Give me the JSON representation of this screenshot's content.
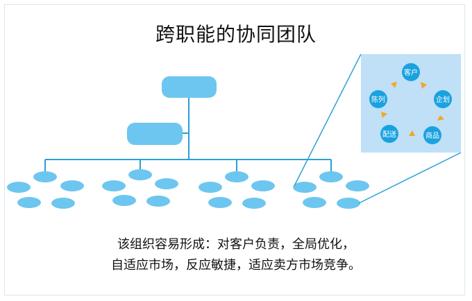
{
  "title": "跨职能的协同团队",
  "cycle": {
    "nodes": [
      "客户",
      "企划",
      "商品",
      "配送",
      "陈列"
    ]
  },
  "caption": {
    "line1": "该组织容易形成：对客户负责，全局优化，",
    "line2": "自适应市场，反应敏捷，适应卖方市场竞争。"
  },
  "colors": {
    "box": "#6dc6ef",
    "line": "#2a9fd6",
    "panel": "#bfe0f7",
    "node": "#1aa2e0",
    "arrow": "#f5a623"
  }
}
